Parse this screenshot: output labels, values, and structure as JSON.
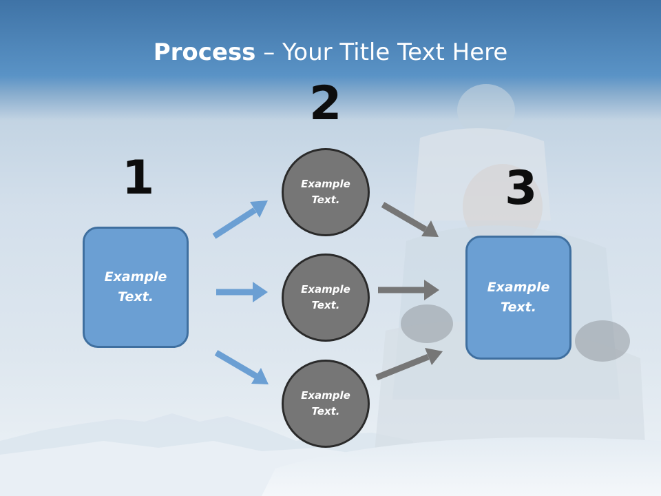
{
  "slide": {
    "title_bold": "Process",
    "title_rest": " – Your Title Text Here"
  },
  "steps": {
    "num1": "1",
    "num2": "2",
    "num3": "3"
  },
  "boxes": {
    "left_label": "Example\nText.",
    "right_label": "Example\nText."
  },
  "circles": {
    "top_label": "Example\nText.",
    "middle_label": "Example\nText.",
    "bottom_label": "Example\nText."
  },
  "colors": {
    "box_fill": "#6b9fd3",
    "box_border": "#3f6f9f",
    "circle_fill": "#767676",
    "blue_arrow": "#6b9fd3",
    "gray_arrow": "#767676"
  },
  "decor": {
    "background": "snow-mountain-photo"
  }
}
